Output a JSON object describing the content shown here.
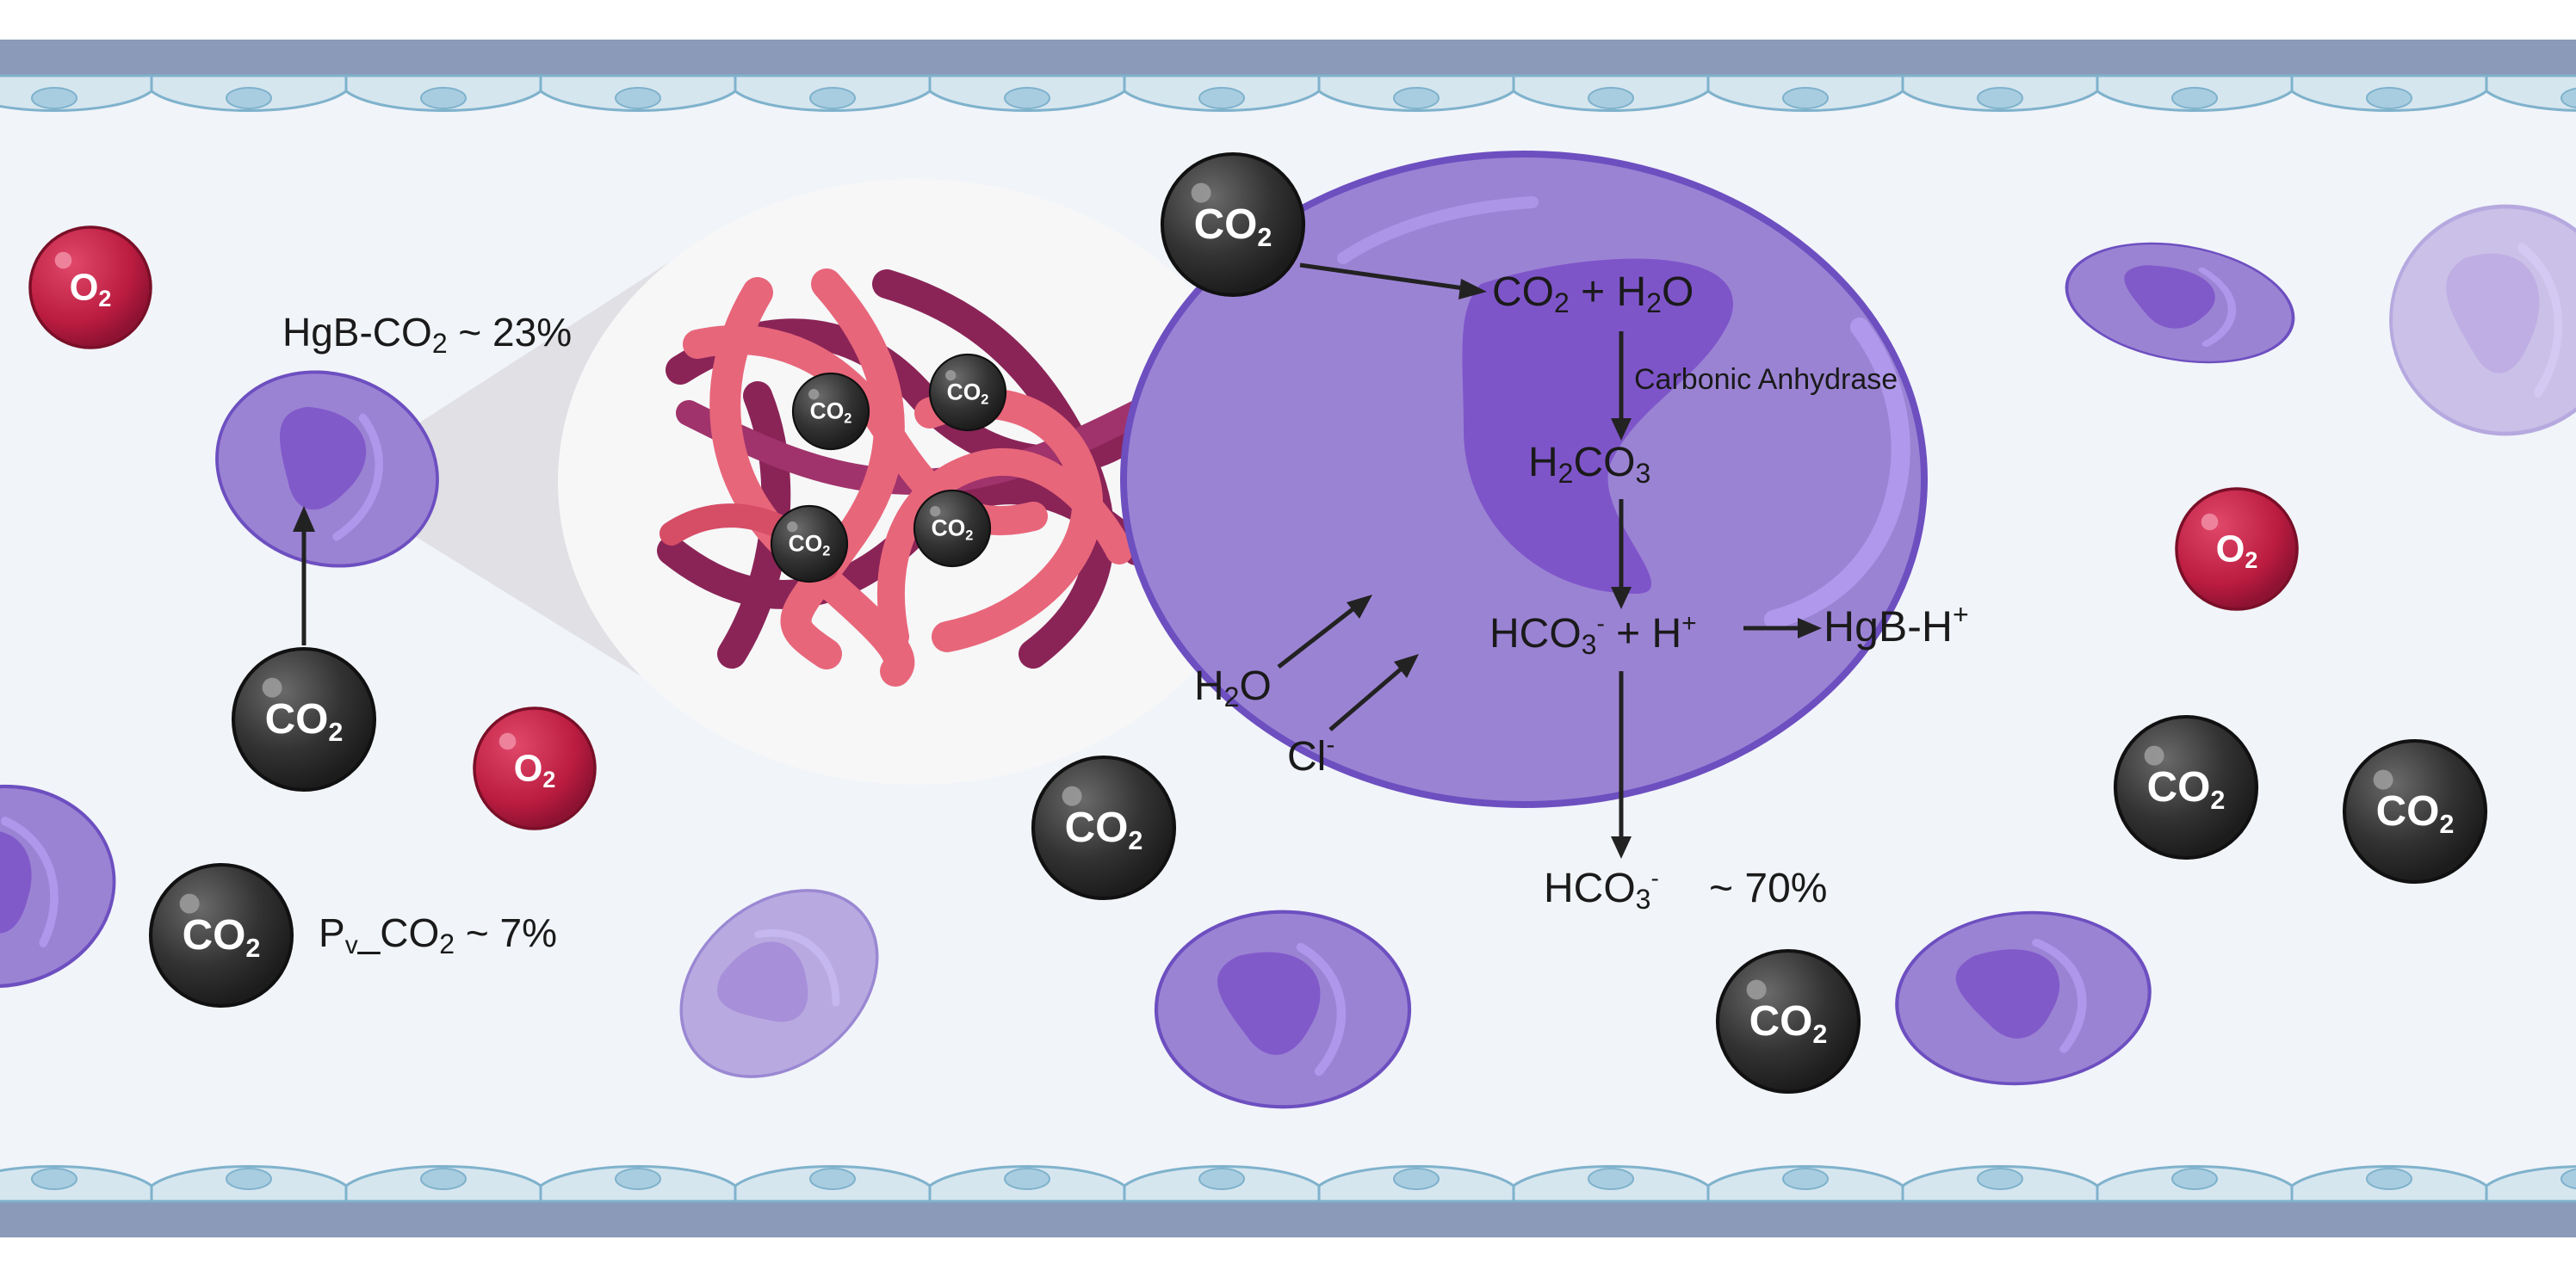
{
  "colors": {
    "vessel_wall": "#8a9ab8",
    "endothelium": "#d6e6ef",
    "endothelium_stroke": "#7fb2cc",
    "plasma": "#f1f4f9",
    "rbc": "#9b83d4",
    "rbc_stroke": "#6d4fc0",
    "rbc_dark": "#7e55c9",
    "o2": "#c21f45",
    "co2": "#2e2e2e",
    "hemoglobin_light": "#e8667a",
    "hemoglobin_dark": "#8a2457",
    "arrow": "#222222"
  },
  "molecules": {
    "co2": {
      "main": "CO",
      "sub": "2"
    },
    "o2": {
      "main": "O",
      "sub": "2"
    }
  },
  "labels": {
    "hgb_co2": {
      "main": "HgB-CO",
      "sub": "2",
      "tail": " ~ 23%"
    },
    "pv_co2": {
      "p": "P",
      "v": "v",
      "mid": "_CO",
      "sub": "2",
      "tail": " ~ 7%"
    },
    "reaction_in": {
      "a": "CO",
      "a_sub": "2",
      "b": " + H",
      "b_sub": "2",
      "c": "O"
    },
    "enzyme": "Carbonic Anhydrase",
    "carbonic_acid": {
      "a": "H",
      "a_sub": "2",
      "b": "CO",
      "b_sub": "3"
    },
    "bicarb_h": {
      "a": "HCO",
      "a_sub": "3",
      "a_sup": "-",
      "b": " + H",
      "b_sup": "+"
    },
    "hgb_h": {
      "a": "HgB-H",
      "a_sup": "+"
    },
    "water": {
      "a": "H",
      "a_sub": "2",
      "b": "O"
    },
    "chloride": {
      "a": "Cl",
      "a_sup": "-"
    },
    "bicarb_out": {
      "a": "HCO",
      "a_sub": "3",
      "a_sup": "-",
      "tail": "~ 70%"
    }
  }
}
